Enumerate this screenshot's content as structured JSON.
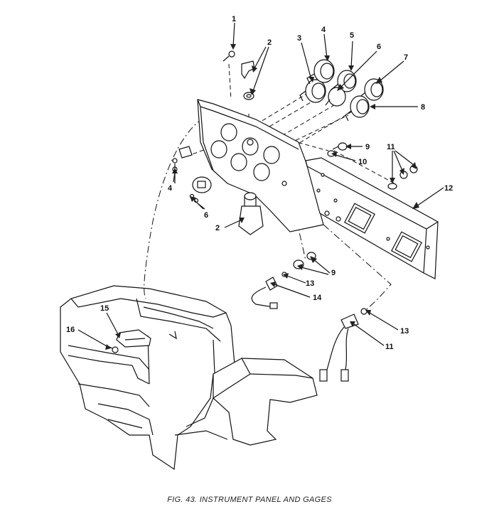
{
  "figure": {
    "caption": "FIG. 43. INSTRUMENT PANEL AND GAGES"
  },
  "callouts": [
    {
      "id": "c1a",
      "number": "1"
    },
    {
      "id": "c2a",
      "number": "2"
    },
    {
      "id": "c3",
      "number": "3"
    },
    {
      "id": "c4a",
      "number": "4"
    },
    {
      "id": "c5",
      "number": "5"
    },
    {
      "id": "c6a",
      "number": "6"
    },
    {
      "id": "c7",
      "number": "7"
    },
    {
      "id": "c8",
      "number": "8"
    },
    {
      "id": "c9a",
      "number": "9"
    },
    {
      "id": "c10",
      "number": "10"
    },
    {
      "id": "c11a",
      "number": "11"
    },
    {
      "id": "c12",
      "number": "12"
    },
    {
      "id": "c4b",
      "number": "4"
    },
    {
      "id": "c6b",
      "number": "6"
    },
    {
      "id": "c2b",
      "number": "2"
    },
    {
      "id": "c9b",
      "number": "9"
    },
    {
      "id": "c13a",
      "number": "13"
    },
    {
      "id": "c14",
      "number": "14"
    },
    {
      "id": "c15",
      "number": "15"
    },
    {
      "id": "c16",
      "number": "16"
    },
    {
      "id": "c13b",
      "number": "13"
    },
    {
      "id": "c11b",
      "number": "11"
    }
  ]
}
